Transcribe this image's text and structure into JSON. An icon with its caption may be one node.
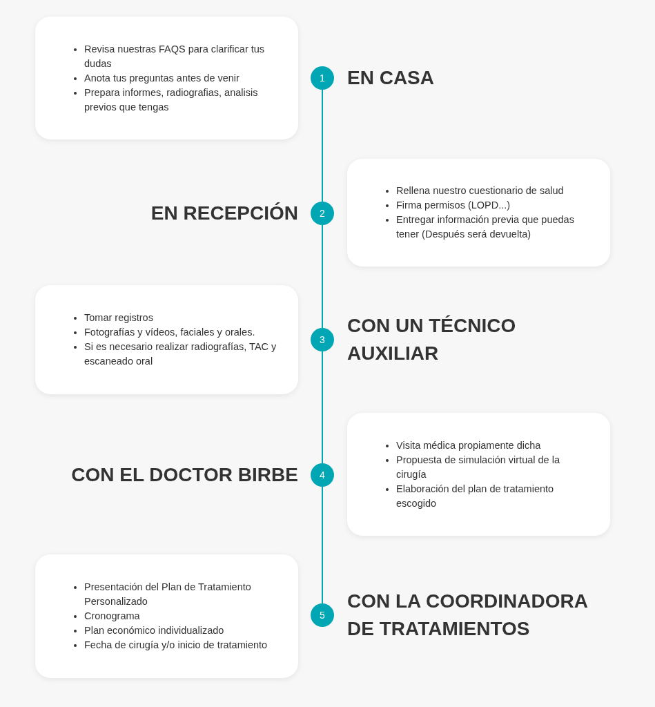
{
  "diagram": {
    "nodes": [
      {
        "text": [
          "Revisa nuestras FAQS para clarificar tus dudas",
          "Anota tus preguntas antes de venir",
          "Prepara informes, radiografias, analisis previos que tengas"
        ]
      },
      {
        "text": [
          "1"
        ],
        "beside": [
          "EN CASA"
        ]
      },
      {
        "text": [
          "Rellena nuestro cuestionario de salud",
          "Firma permisos (LOPD...)",
          "Entregar información previa que puedas tener (Después será devuelta)"
        ]
      },
      {
        "text": [
          "2"
        ],
        "beside": [
          "EN RECEPCIÓN"
        ]
      },
      {
        "text": [
          "Tomar registros",
          "Fotografías y vídeos, faciales y orales.",
          "Si es necesario realizar radiografías, TAC y escaneado oral"
        ]
      },
      {
        "text": [
          "3"
        ],
        "beside": [
          "CON UN TÉCNICO AUXILIAR"
        ]
      },
      {
        "text": [
          "Visita médica propiamente dicha",
          "Propuesta de simulación virtual de la cirugía",
          "Elaboración del plan de tratamiento escogido"
        ]
      },
      {
        "text": [
          "4"
        ],
        "beside": [
          "CON EL DOCTOR BIRBE"
        ]
      },
      {
        "text": [
          "Presentación del Plan de Tratamiento Personalizado",
          "Cronograma",
          "Plan económico individualizado",
          "Fecha de cirugía y/o inicio de tratamiento"
        ]
      },
      {
        "text": [
          "5"
        ],
        "beside": [
          "CON LA COORDINADORA DE TRATAMIENTOS"
        ]
      }
    ],
    "edges": [
      {
        "from": 1,
        "to": 3,
        "arrow": "none"
      },
      {
        "from": 3,
        "to": 5,
        "arrow": "none"
      },
      {
        "from": 5,
        "to": 7,
        "arrow": "none"
      },
      {
        "from": 7,
        "to": 9,
        "arrow": "none"
      }
    ]
  }
}
